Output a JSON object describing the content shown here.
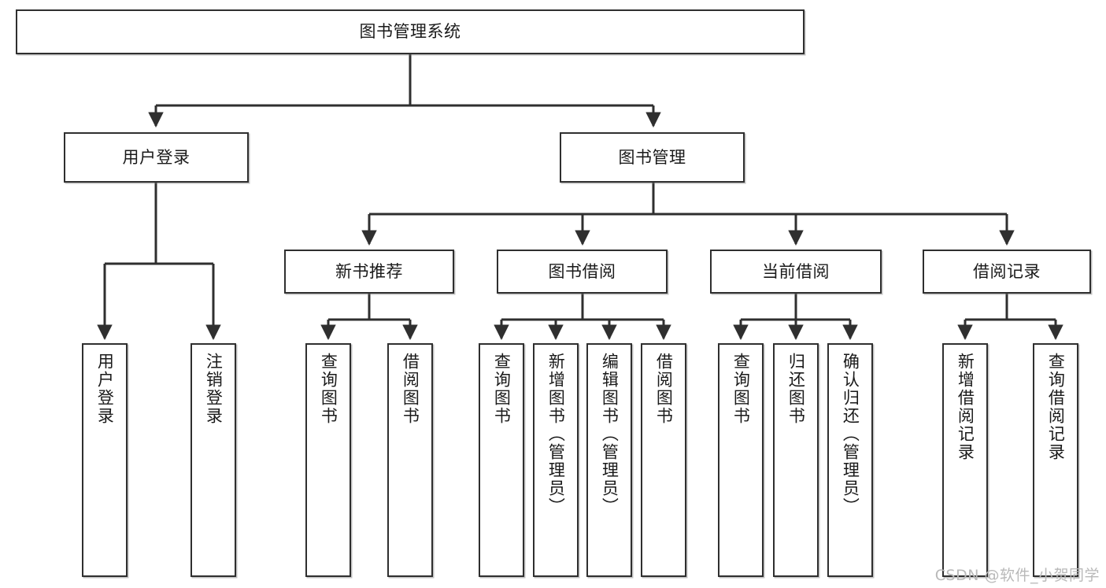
{
  "diagram": {
    "title": "图书管理系统",
    "watermark": "CSDN @软件_小贺同学",
    "line_color": "#2f2f2f",
    "box_fill": "#ffffff",
    "text_color": "#1a1a1a",
    "root": {
      "label": "图书管理系统"
    },
    "level2": [
      {
        "label": "用户登录"
      },
      {
        "label": "图书管理"
      }
    ],
    "level3": [
      {
        "label": "新书推荐"
      },
      {
        "label": "图书借阅"
      },
      {
        "label": "当前借阅"
      },
      {
        "label": "借阅记录"
      }
    ],
    "leaves": {
      "user_login": [
        {
          "label": "用户登录"
        },
        {
          "label": "注销登录"
        }
      ],
      "new_book_recommend": [
        {
          "label": "查询图书"
        },
        {
          "label": "借阅图书"
        }
      ],
      "book_borrow": [
        {
          "label": "查询图书"
        },
        {
          "label": "新增图书（管理员）"
        },
        {
          "label": "编辑图书（管理员）"
        },
        {
          "label": "借阅图书"
        }
      ],
      "current_borrow": [
        {
          "label": "查询图书"
        },
        {
          "label": "归还图书"
        },
        {
          "label": "确认归还（管理员）"
        }
      ],
      "borrow_record": [
        {
          "label": "新增借阅记录"
        },
        {
          "label": "查询借阅记录"
        }
      ]
    }
  }
}
